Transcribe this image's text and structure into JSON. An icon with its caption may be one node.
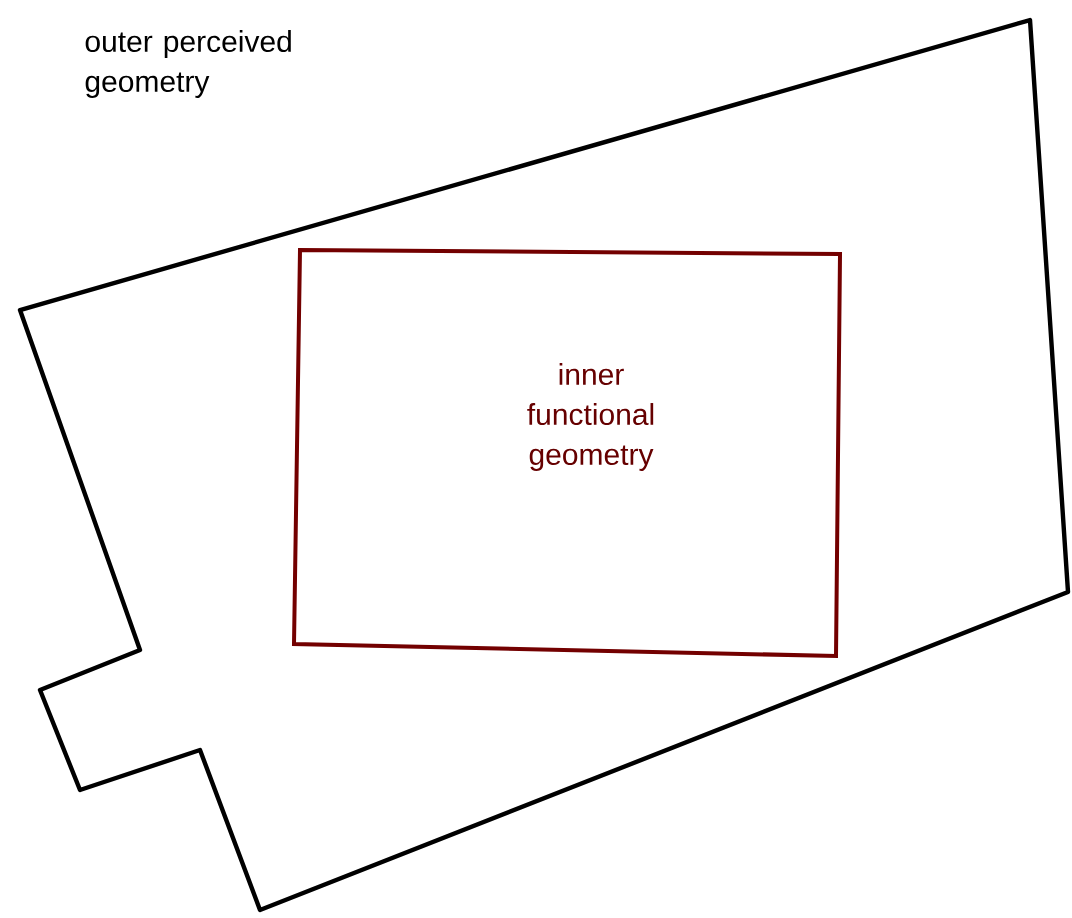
{
  "diagram": {
    "nodes": [
      {
        "text": [
          "outer perceived geometry"
        ]
      },
      {
        "text": [
          "inner functional geometry"
        ],
        "in": 0
      }
    ]
  }
}
